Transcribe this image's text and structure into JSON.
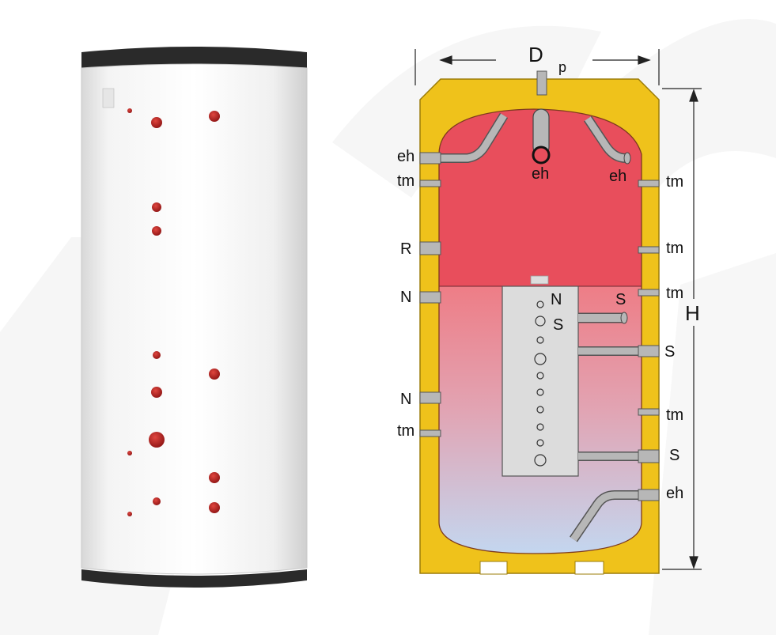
{
  "colors": {
    "jacket": "#efc21b",
    "hot_zone": "#e84e5c",
    "cold_zone": "#c6d6ee",
    "pipe": "#b7b7b7",
    "port_dot": "#c0202a",
    "cap": "#2a2a2a"
  },
  "dimensions": {
    "diameter_main": "D",
    "diameter_sub": "p",
    "height": "H"
  },
  "labels": {
    "left": [
      "eh",
      "tm",
      "R",
      "N",
      "N",
      "tm"
    ],
    "right": [
      "tm",
      "tm",
      "tm",
      "S",
      "tm",
      "S",
      "eh"
    ],
    "inner": {
      "eh_center": "eh",
      "eh_right": "eh",
      "coil_n": "N",
      "coil_s": "S",
      "coil_s_right": "S"
    }
  }
}
